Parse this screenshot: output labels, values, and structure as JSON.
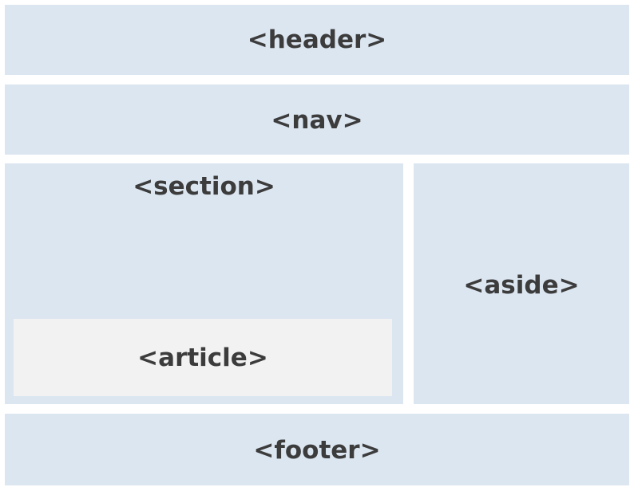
{
  "layout_blocks": {
    "header": "<header>",
    "nav": "<nav>",
    "section": "<section>",
    "article": "<article>",
    "aside": "<aside>",
    "footer": "<footer>"
  },
  "colors": {
    "block_fill": "#dce6f1",
    "article_fill": "#f2f2f2",
    "text": "#3c3c3c"
  }
}
